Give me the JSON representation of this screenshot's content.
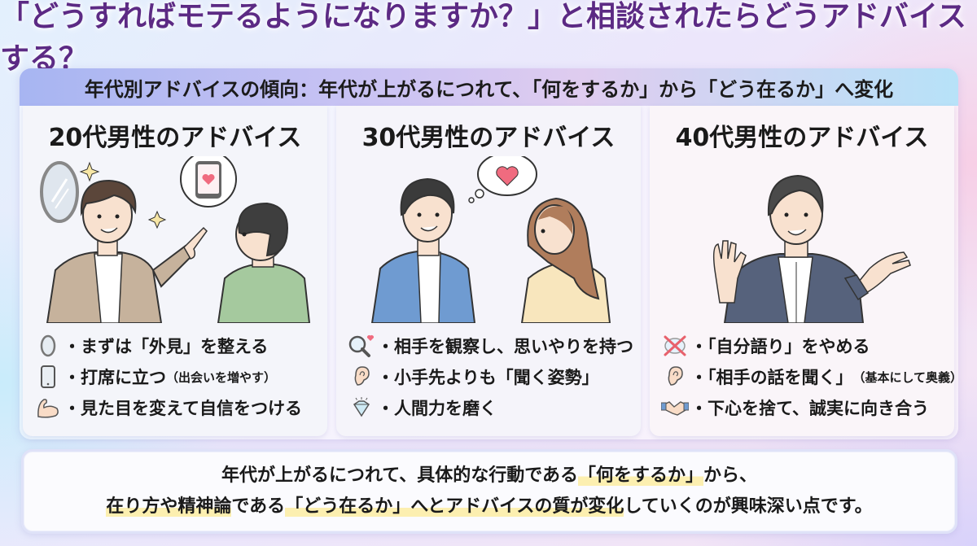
{
  "title": "「どうすればモテるようになりますか？」と相談されたらどうアドバイスする？",
  "banner": "年代別アドバイスの傾向：年代が上がるにつれて、「何をするか」から「どう在るか」へ変化",
  "colors": {
    "title": "#5c2a84",
    "banner_left": "#a7b5f2",
    "banner_right": "#b7e2f8",
    "highlight": "#fcefb0",
    "heart": "#f06b7f"
  },
  "cards": [
    {
      "heading": "20代男性のアドバイス",
      "illustration": "young-man-pointing-with-mirror-and-phone",
      "tips": [
        {
          "icon": "mirror-icon",
          "text": "・まずは「外見」を整える",
          "note": ""
        },
        {
          "icon": "smartphone-icon",
          "text": "・打席に立つ",
          "note": "（出会いを増やす）"
        },
        {
          "icon": "flexed-biceps-icon",
          "text": "・見た目を変えて自信をつける",
          "note": ""
        }
      ]
    },
    {
      "heading": "30代男性のアドバイス",
      "illustration": "man-and-woman-talking-with-heart",
      "tips": [
        {
          "icon": "magnifier-heart-icon",
          "text": "・相手を観察し、思いやりを持つ",
          "note": ""
        },
        {
          "icon": "ear-icon",
          "text": "・小手先よりも「聞く姿勢」",
          "note": ""
        },
        {
          "icon": "diamond-icon",
          "text": "・人間力を磨く",
          "note": ""
        }
      ]
    },
    {
      "heading": "40代男性のアドバイス",
      "illustration": "man-in-suit-gesturing",
      "tips": [
        {
          "icon": "no-talking-icon",
          "text": "・「自分語り」をやめる",
          "note": ""
        },
        {
          "icon": "ear-icon",
          "text": "・「相手の話を聞く」",
          "note": "（基本にして奥義）"
        },
        {
          "icon": "handshake-icon",
          "text": "・下心を捨て、誠実に向き合う",
          "note": ""
        }
      ]
    }
  ],
  "summary": {
    "line1": {
      "pre": "年代が上がるにつれて、具体的な行動である",
      "highlight": "「何をするか」",
      "post": "から、"
    },
    "line2": {
      "hl1": "在り方や精神論",
      "mid": "である",
      "hl2": "「どう在るか」へとアドバイスの質が変化",
      "post": "していくのが興味深い点です。"
    }
  }
}
